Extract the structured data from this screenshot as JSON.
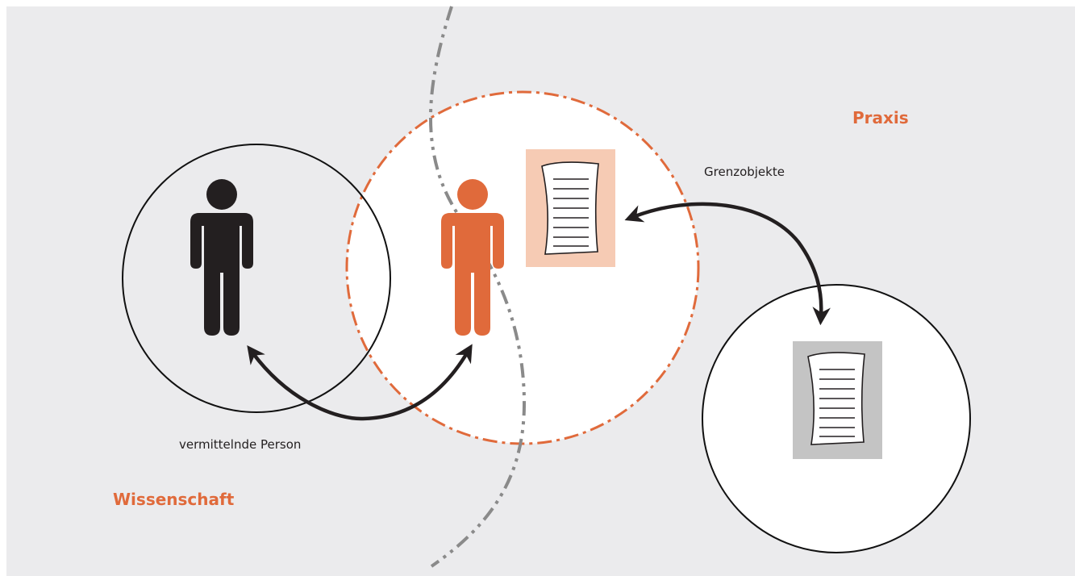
{
  "labels": {
    "praxis": "Praxis",
    "wissenschaft": "Wissenschaft",
    "grenzobjekte": "Grenzobjekte",
    "vermittelnde_person": "vermittelnde Person"
  },
  "colors": {
    "background": "#ebebed",
    "accent": "#e06a3b",
    "accent_light": "#f6cbb4",
    "dark": "#231f20",
    "boundary": "#8a8a8a",
    "document_bg_gray": "#c4c4c4"
  },
  "icons": [
    "person-icon",
    "document-icon",
    "double-arrow-icon"
  ]
}
